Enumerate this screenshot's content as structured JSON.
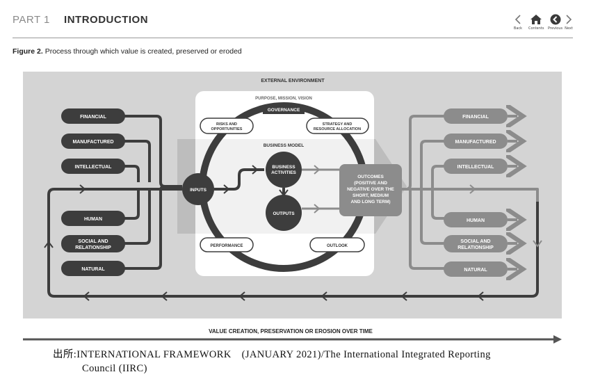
{
  "header": {
    "part": "PART 1",
    "title": "INTRODUCTION",
    "nav": [
      {
        "icon": "chevron-left-icon",
        "label": "Back"
      },
      {
        "icon": "home-icon",
        "label": "Contents"
      },
      {
        "icon": "previous-circle-icon",
        "label": "Previous"
      },
      {
        "icon": "chevron-right-icon",
        "label": "Next"
      }
    ]
  },
  "figure": {
    "label": "Figure 2.",
    "caption": "Process through which value is created, preserved or eroded"
  },
  "diagram": {
    "external_environment": "EXTERNAL ENVIRONMENT",
    "purpose": "PURPOSE, MISSION, VISION",
    "governance": "GOVERNANCE",
    "risks": [
      "RISKS AND",
      "OPPORTUNITIES"
    ],
    "strategy": [
      "STRATEGY AND",
      "RESOURCE ALLOCATION"
    ],
    "business_model": "BUSINESS MODEL",
    "business_activities": [
      "BUSINESS",
      "ACTIVITIES"
    ],
    "inputs": "INPUTS",
    "outputs": "OUTPUTS",
    "outcomes": [
      "OUTCOMES",
      "(POSITIVE AND",
      "NEGATIVE OVER THE",
      "SHORT, MEDIUM",
      "AND LONG TERM)"
    ],
    "performance": "PERFORMANCE",
    "outlook": "OUTLOOK",
    "capitals_left": [
      [
        "FINANCIAL"
      ],
      [
        "MANUFACTURED"
      ],
      [
        "INTELLECTUAL"
      ],
      [
        "HUMAN"
      ],
      [
        "SOCIAL AND",
        "RELATIONSHIP"
      ],
      [
        "NATURAL"
      ]
    ],
    "capitals_right": [
      [
        "FINANCIAL"
      ],
      [
        "MANUFACTURED"
      ],
      [
        "INTELLECTUAL"
      ],
      [
        "HUMAN"
      ],
      [
        "SOCIAL AND",
        "RELATIONSHIP"
      ],
      [
        "NATURAL"
      ]
    ],
    "timeline": "VALUE CREATION, PRESERVATION OR EROSION OVER TIME",
    "colors": {
      "panel": "#d4d4d4",
      "dark": "#3d3d3d",
      "mid": "#8c8c8c",
      "light_band": "#bdbdbd"
    }
  },
  "source": {
    "line1": "出所:INTERNATIONAL FRAMEWORK　(JANUARY 2021)/The International Integrated Reporting",
    "line2": "Council (IIRC)"
  }
}
